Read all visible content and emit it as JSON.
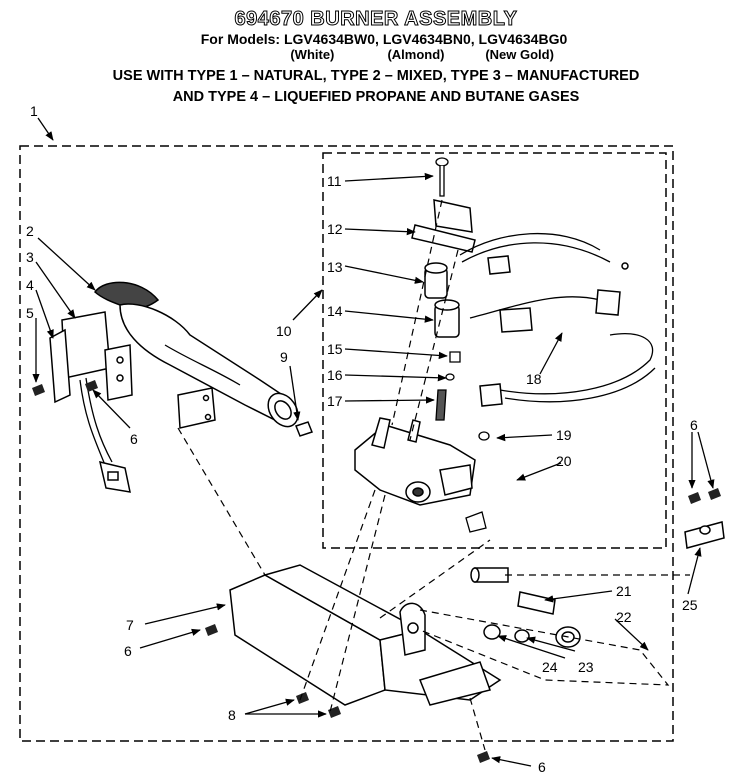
{
  "header": {
    "title": "694670 BURNER ASSEMBLY",
    "models_prefix": "For Models:",
    "models": [
      "LGV4634BW0,",
      "LGV4634BN0,",
      "LGV4634BG0"
    ],
    "colors": [
      "(White)",
      "(Almond)",
      "(New Gold)"
    ],
    "usage_line1": "USE WITH TYPE 1 – NATURAL, TYPE 2 – MIXED, TYPE 3 – MANUFACTURED",
    "usage_line2": "AND TYPE 4 – LIQUEFIED PROPANE AND BUTANE GASES"
  },
  "callouts": {
    "c1": "1",
    "c2": "2",
    "c3": "3",
    "c4": "4",
    "c5": "5",
    "c6a": "6",
    "c6b": "6",
    "c6c": "6",
    "c6d": "6",
    "c7": "7",
    "c8": "8",
    "c9": "9",
    "c10": "10",
    "c11": "11",
    "c12": "12",
    "c13": "13",
    "c14": "14",
    "c15": "15",
    "c16": "16",
    "c17": "17",
    "c18": "18",
    "c19": "19",
    "c20": "20",
    "c21": "21",
    "c22": "22",
    "c23": "23",
    "c24": "24",
    "c25": "25"
  }
}
